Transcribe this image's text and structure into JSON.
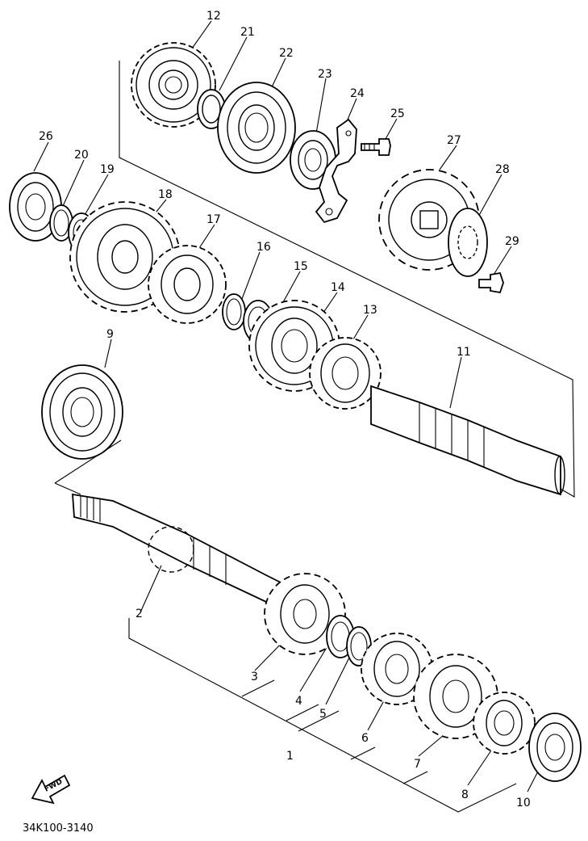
{
  "diagram": {
    "code": "34K100-3140",
    "fwd_label": "FWD",
    "parts": {
      "p1": "1",
      "p2": "2",
      "p3": "3",
      "p4": "4",
      "p5": "5",
      "p6": "6",
      "p7": "7",
      "p8": "8",
      "p9": "9",
      "p10": "10",
      "p11": "11",
      "p12": "12",
      "p13": "13",
      "p14": "14",
      "p15": "15",
      "p16": "16",
      "p17": "17",
      "p18": "18",
      "p19": "19",
      "p20": "20",
      "p21": "21",
      "p22": "22",
      "p23": "23",
      "p24": "24",
      "p25": "25",
      "p26": "26",
      "p27": "27",
      "p28": "28",
      "p29": "29"
    }
  }
}
